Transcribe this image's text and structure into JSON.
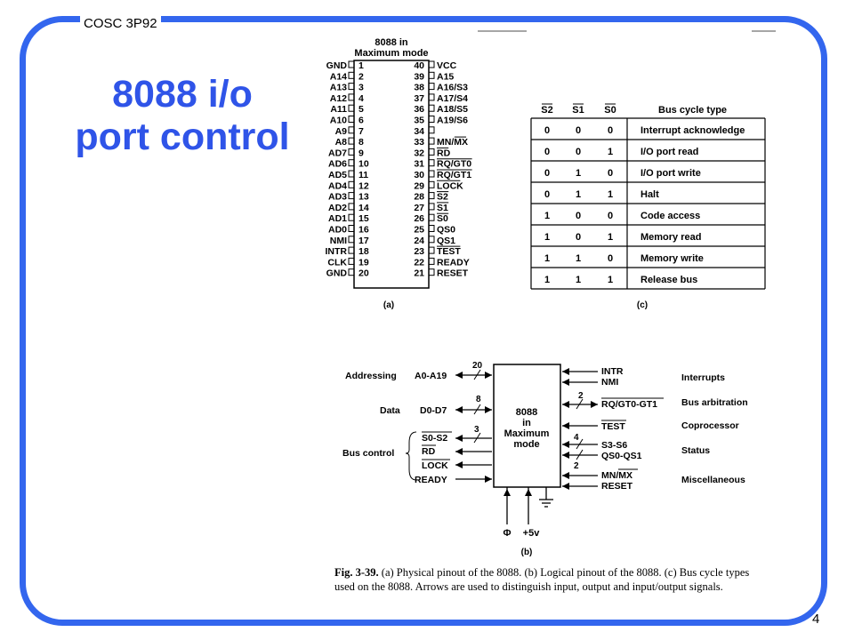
{
  "header": {
    "course": "COSC 3P92",
    "slide_number": "4"
  },
  "title": {
    "line1": "8088 i/o",
    "line2": "port control"
  },
  "pinout": {
    "heading_line1": "8088 in",
    "heading_line2": "Maximum mode",
    "sublabel": "(a)",
    "left_pins": [
      {
        "num": "1",
        "name": "GND"
      },
      {
        "num": "2",
        "name": "A14"
      },
      {
        "num": "3",
        "name": "A13"
      },
      {
        "num": "4",
        "name": "A12"
      },
      {
        "num": "5",
        "name": "A11"
      },
      {
        "num": "6",
        "name": "A10"
      },
      {
        "num": "7",
        "name": "A9"
      },
      {
        "num": "8",
        "name": "A8"
      },
      {
        "num": "9",
        "name": "AD7"
      },
      {
        "num": "10",
        "name": "AD6"
      },
      {
        "num": "11",
        "name": "AD5"
      },
      {
        "num": "12",
        "name": "AD4"
      },
      {
        "num": "13",
        "name": "AD3"
      },
      {
        "num": "14",
        "name": "AD2"
      },
      {
        "num": "15",
        "name": "AD1"
      },
      {
        "num": "16",
        "name": "AD0"
      },
      {
        "num": "17",
        "name": "NMI"
      },
      {
        "num": "18",
        "name": "INTR"
      },
      {
        "num": "19",
        "name": "CLK"
      },
      {
        "num": "20",
        "name": "GND"
      }
    ],
    "right_pins": [
      {
        "num": "40",
        "name": "VCC"
      },
      {
        "num": "39",
        "name": "A15"
      },
      {
        "num": "38",
        "name": "A16/S3"
      },
      {
        "num": "37",
        "name": "A17/S4"
      },
      {
        "num": "36",
        "name": "A18/S5"
      },
      {
        "num": "35",
        "name": "A19/S6"
      },
      {
        "num": "34",
        "name": ""
      },
      {
        "num": "33",
        "name": "MN/MX"
      },
      {
        "num": "32",
        "name": "RD"
      },
      {
        "num": "31",
        "name": "RQ/GT0"
      },
      {
        "num": "30",
        "name": "RQ/GT1"
      },
      {
        "num": "29",
        "name": "LOCK"
      },
      {
        "num": "28",
        "name": "S2"
      },
      {
        "num": "27",
        "name": "S1"
      },
      {
        "num": "26",
        "name": "S0"
      },
      {
        "num": "25",
        "name": "QS0"
      },
      {
        "num": "24",
        "name": "QS1"
      },
      {
        "num": "23",
        "name": "TEST"
      },
      {
        "num": "22",
        "name": "READY"
      },
      {
        "num": "21",
        "name": "RESET"
      }
    ]
  },
  "bus_table": {
    "headers": [
      "S2",
      "S1",
      "S0",
      "Bus cycle type"
    ],
    "rows": [
      [
        "0",
        "0",
        "0",
        "Interrupt acknowledge"
      ],
      [
        "0",
        "0",
        "1",
        "I/O port read"
      ],
      [
        "0",
        "1",
        "0",
        "I/O port write"
      ],
      [
        "0",
        "1",
        "1",
        "Halt"
      ],
      [
        "1",
        "0",
        "0",
        "Code access"
      ],
      [
        "1",
        "0",
        "1",
        "Memory read"
      ],
      [
        "1",
        "1",
        "0",
        "Memory write"
      ],
      [
        "1",
        "1",
        "1",
        "Release bus"
      ]
    ],
    "sublabel": "(c)"
  },
  "logical": {
    "chip_lines": [
      "8088",
      "in",
      "Maximum",
      "mode"
    ],
    "left": [
      {
        "group": "Addressing",
        "signal": "A0-A19",
        "width": "20"
      },
      {
        "group": "Data",
        "signal": "D0-D7",
        "width": "8"
      },
      {
        "group": "Bus control",
        "signals": [
          "S0-S2",
          "RD",
          "LOCK",
          "READY"
        ],
        "width": "3"
      }
    ],
    "right": [
      {
        "group": "Interrupts",
        "signals": [
          "INTR",
          "NMI"
        ]
      },
      {
        "group": "Bus arbitration",
        "signal": "RQ/GT0-GT1",
        "width": "2"
      },
      {
        "group": "Coprocessor",
        "signal": "TEST"
      },
      {
        "group": "Status",
        "signals": [
          "S3-S6",
          "QS0-QS1"
        ],
        "widths": [
          "4",
          "2"
        ]
      },
      {
        "group": "Miscellaneous",
        "signals": [
          "MN/MX",
          "RESET"
        ]
      }
    ],
    "bottom": [
      "Φ",
      "+5v"
    ],
    "sublabel": "(b)"
  },
  "caption": {
    "fig_label": "Fig. 3-39.",
    "text": "(a) Physical pinout of the 8088. (b) Logical pinout of the 8088. (c) Bus cycle types used on the 8088. Arrows are used to distinguish input, output and input/output signals."
  }
}
